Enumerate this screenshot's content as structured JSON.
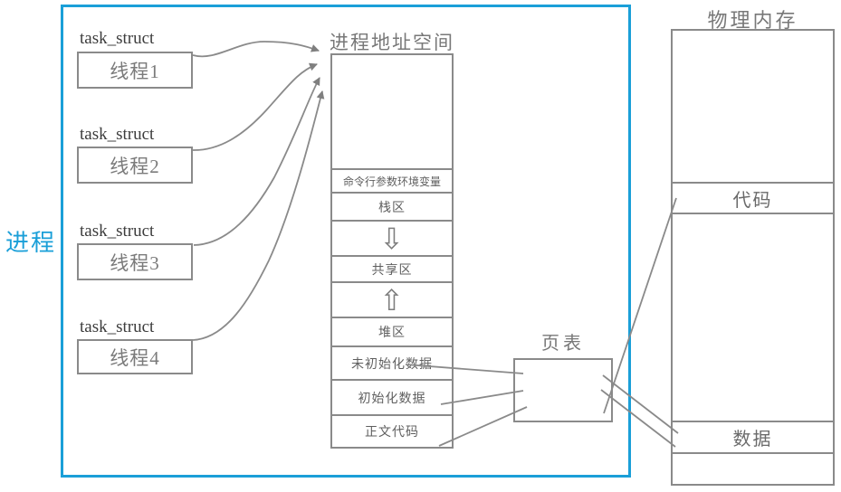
{
  "diagram": {
    "process_label": "进程",
    "task_struct_label": "task_struct",
    "threads": [
      {
        "label": "线程1"
      },
      {
        "label": "线程2"
      },
      {
        "label": "线程3"
      },
      {
        "label": "线程4"
      }
    ],
    "address_space": {
      "title": "进程地址空间",
      "segments": {
        "cmdline": "命令行参数环境变量",
        "stack": "栈区",
        "shared": "共享区",
        "heap": "堆区",
        "uninit_data": "未初始化数据",
        "init_data": "初始化数据",
        "text_code": "正文代码"
      }
    },
    "page_table": {
      "title": "页表"
    },
    "physical_memory": {
      "title": "物理内存",
      "segments": {
        "code": "代码",
        "data": "数据"
      }
    },
    "icons": {
      "down_arrow": "⇩",
      "up_arrow": "⇧"
    },
    "colors": {
      "accent": "#1a9fd8",
      "line": "#8a8a8a"
    }
  }
}
